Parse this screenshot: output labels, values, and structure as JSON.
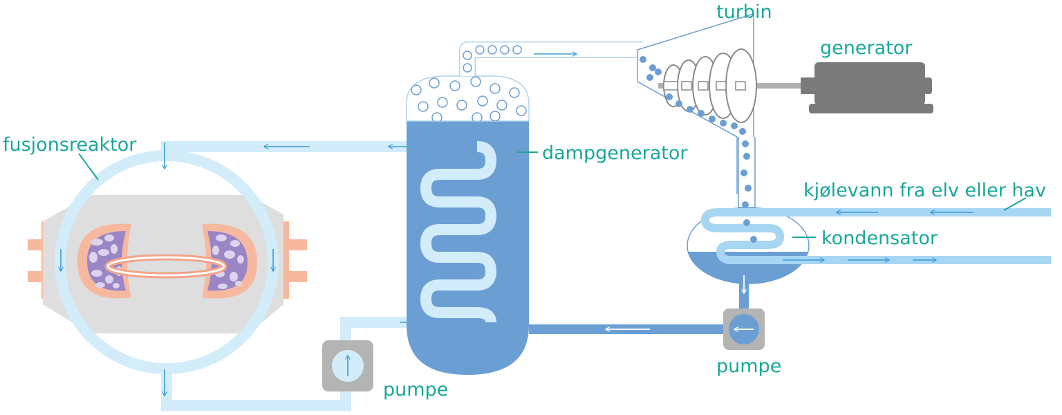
{
  "labels": {
    "reactor": "fusjonsreaktor",
    "steam_generator": "dampgenerator",
    "turbine": "turbin",
    "generator": "generator",
    "cooling_water": "kjølevann fra elv eller hav",
    "condenser": "kondensator",
    "pump_right": "pumpe",
    "pump_left": "pumpe"
  },
  "colors": {
    "label": "#1aa79b",
    "loop_light": "#d2ecfa",
    "water_dark": "#6b9fd3",
    "arrow": "#3a9bd4",
    "cooling_pipe": "#a6d6f2",
    "reactor_body": "#dedede",
    "plasma": "#9a86c4",
    "blanket": "#f6b9a0",
    "generator_body": "#7a7a7a",
    "pump_box": "#b4b4b4"
  },
  "icons": {
    "pump": "up-arrow-circle",
    "pump_right": "left-arrow-circle"
  }
}
